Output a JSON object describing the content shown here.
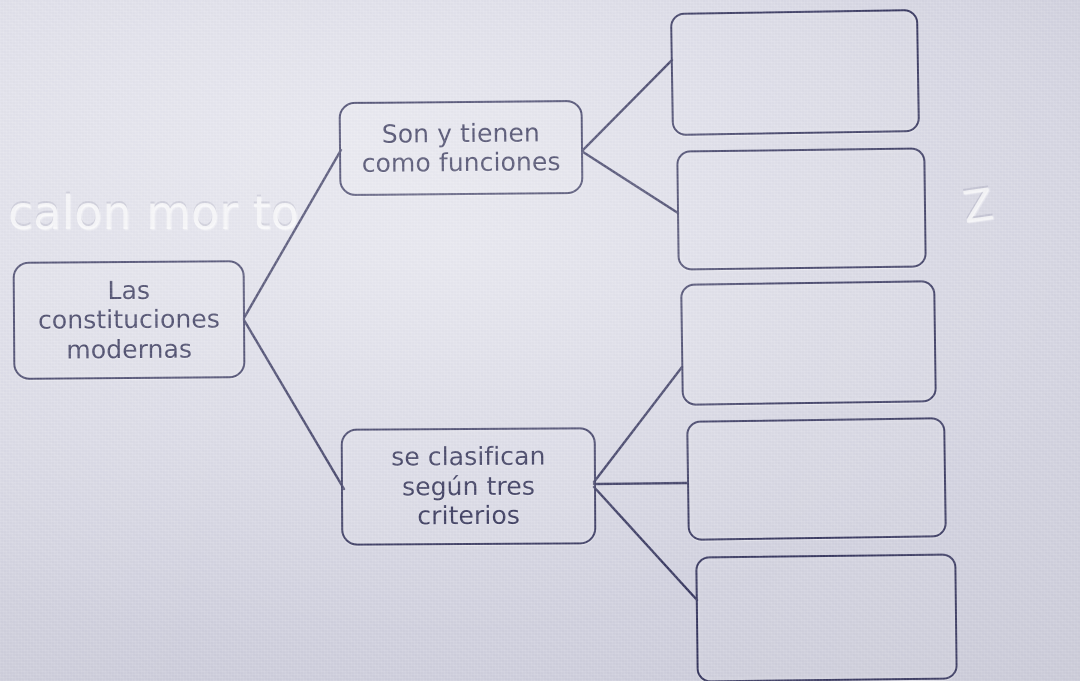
{
  "document": {
    "type": "hand-drawn concept map on paper",
    "language": "es",
    "title": "Las constituciones modernas",
    "ink_color": "#2c2c52",
    "paper_color": "#dadae6"
  },
  "nodes": {
    "root": {
      "id": "root",
      "text": "Las\nconstituciones\nmodernas",
      "filled": true
    },
    "branch_functions": {
      "id": "branch_functions",
      "text": "Son y tienen\ncomo funciones",
      "filled": true
    },
    "branch_criteria": {
      "id": "branch_criteria",
      "text": "se clasifican\nsegún tres\ncriterios",
      "filled": true
    }
  },
  "blanks": [
    {
      "id": "blank-1",
      "text": "",
      "filled": false,
      "parent": "branch_functions"
    },
    {
      "id": "blank-2",
      "text": "",
      "filled": false,
      "parent": "branch_functions"
    },
    {
      "id": "blank-3",
      "text": "",
      "filled": false,
      "parent": "branch_criteria"
    },
    {
      "id": "blank-4",
      "text": "",
      "filled": false,
      "parent": "branch_criteria"
    },
    {
      "id": "blank-5",
      "text": "",
      "filled": false,
      "parent": "branch_criteria"
    }
  ],
  "ghost_marks": {
    "left_line": "calon  mor  to",
    "right_mark": "Z"
  }
}
